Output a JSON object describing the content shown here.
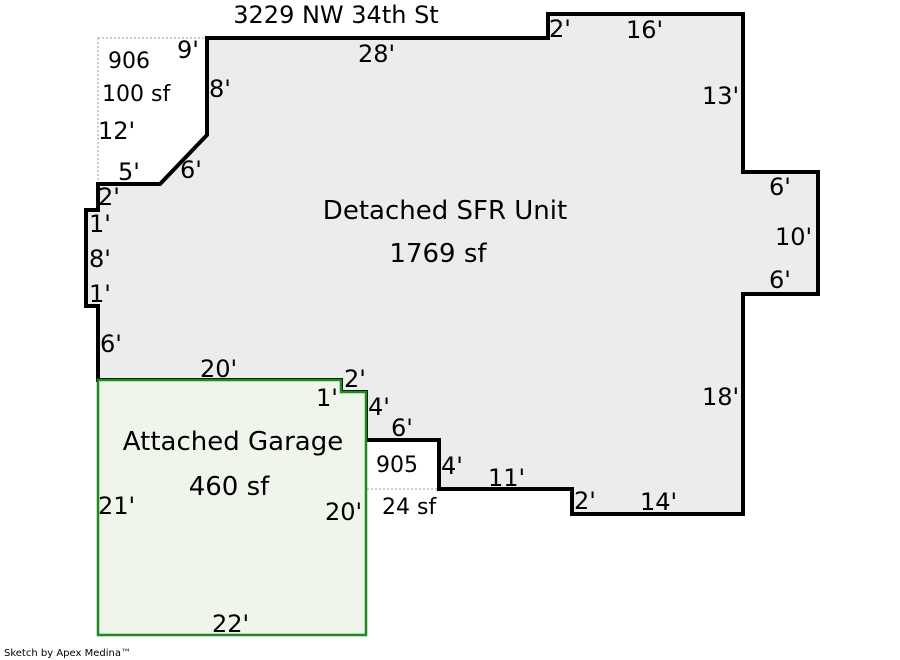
{
  "address": "3229 NW 34th St",
  "credit": "Sketch by Apex Medina™",
  "colors": {
    "house_fill": "#ececec",
    "house_stroke": "#000000",
    "garage_fill": "#eef5ea",
    "garage_stroke": "#1f8a1f",
    "small_area_stroke": "#9a9a9a"
  },
  "areas": {
    "house": {
      "name": "Detached SFR Unit",
      "size": "1769 sf"
    },
    "garage": {
      "name": "Attached Garage",
      "size": "460 sf"
    },
    "area_906": {
      "name": "906",
      "size": "100 sf"
    },
    "area_905": {
      "name": "905",
      "size": "24 sf"
    }
  },
  "dimensions": {
    "top_right_2": "2'",
    "top_16": "16'",
    "top_28": "28'",
    "left_9": "9'",
    "left_8": "8'",
    "area906_12": "12'",
    "diag_5": "5'",
    "diag_6": "6'",
    "left_2": "2'",
    "left_1a": "1'",
    "left_8b": "8'",
    "left_1b": "1'",
    "left_6": "6'",
    "right_13": "13'",
    "right_6a": "6'",
    "right_10": "10'",
    "right_6b": "6'",
    "right_18": "18'",
    "mid_20": "20'",
    "mid_2": "2'",
    "mid_1": "1'",
    "mid_4": "4'",
    "mid_6": "6'",
    "mid_4b": "4'",
    "bottom_11": "11'",
    "bottom_2": "2'",
    "bottom_14": "14'",
    "garage_21": "21'",
    "garage_20": "20'",
    "garage_22": "22'"
  }
}
